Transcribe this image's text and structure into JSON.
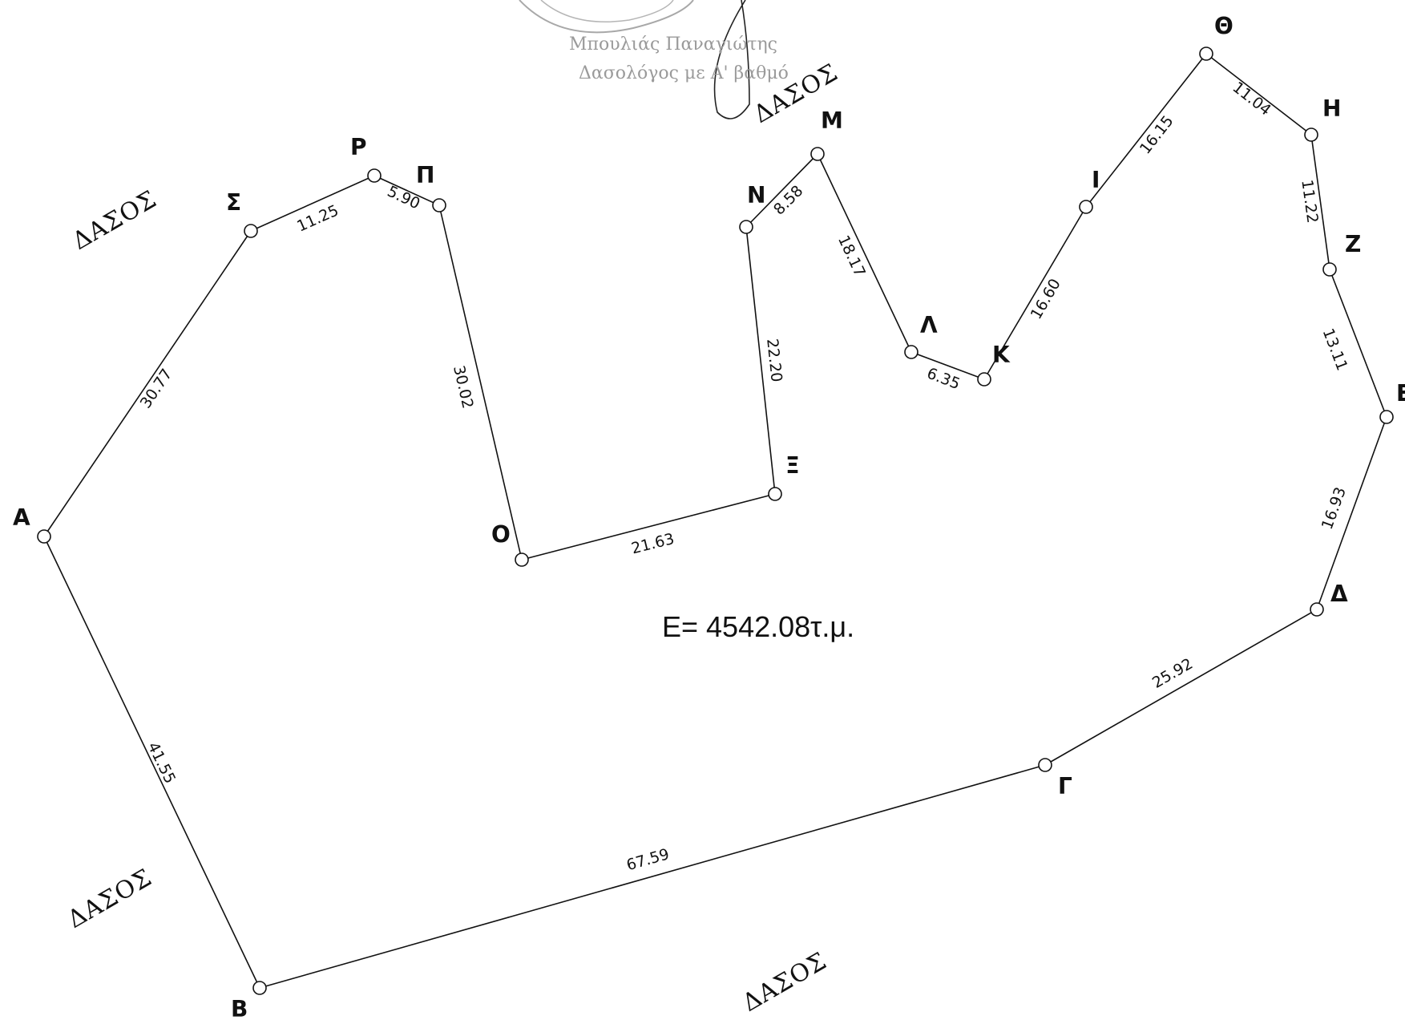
{
  "area_label": "E= 4542.08τ.μ.",
  "forest_label": "ΔΑΣΟΣ",
  "stamp": {
    "name": "Μπουλιάς Παναγιώτης",
    "title": "Δασολόγος με Α' βαθμό"
  },
  "vertices": [
    "Α",
    "Β",
    "Γ",
    "Δ",
    "Ε",
    "Ζ",
    "Η",
    "Θ",
    "Ι",
    "Κ",
    "Λ",
    "Μ",
    "Ν",
    "Ξ",
    "Ο",
    "Π",
    "Ρ",
    "Σ"
  ],
  "sides": [
    {
      "from": "Α",
      "to": "Β",
      "length": "41.55"
    },
    {
      "from": "Β",
      "to": "Γ",
      "length": "67.59"
    },
    {
      "from": "Γ",
      "to": "Δ",
      "length": "25.92"
    },
    {
      "from": "Δ",
      "to": "Ε",
      "length": "16.93"
    },
    {
      "from": "Ε",
      "to": "Ζ",
      "length": "13.11"
    },
    {
      "from": "Ζ",
      "to": "Η",
      "length": "11.22"
    },
    {
      "from": "Η",
      "to": "Θ",
      "length": "11.04"
    },
    {
      "from": "Θ",
      "to": "Ι",
      "length": "16.15"
    },
    {
      "from": "Ι",
      "to": "Κ",
      "length": "16.60"
    },
    {
      "from": "Κ",
      "to": "Λ",
      "length": "6.35"
    },
    {
      "from": "Λ",
      "to": "Μ",
      "length": "18.17"
    },
    {
      "from": "Μ",
      "to": "Ν",
      "length": "8.58"
    },
    {
      "from": "Ν",
      "to": "Ξ",
      "length": "22.20"
    },
    {
      "from": "Ξ",
      "to": "Ο",
      "length": "21.63"
    },
    {
      "from": "Ο",
      "to": "Π",
      "length": "30.02"
    },
    {
      "from": "Π",
      "to": "Ρ",
      "length": "5.90"
    },
    {
      "from": "Ρ",
      "to": "Σ",
      "length": "11.25"
    },
    {
      "from": "Σ",
      "to": "Α",
      "length": "30.77"
    }
  ]
}
